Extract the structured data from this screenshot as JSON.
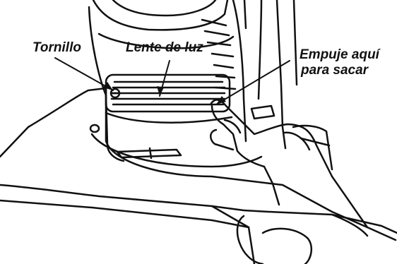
{
  "labels": {
    "screw": "Tornillo",
    "light_lens": "Lente de luz",
    "push_line1": "Empuje aquí",
    "push_line2": "para sacar"
  },
  "colors": {
    "ink": "#111111",
    "paper": "#ffffff",
    "shade": "#8a8a8a",
    "light_shade": "#c8c8c8"
  },
  "icons": [
    "vacuum-cleaner-illustration",
    "hand-icon",
    "screw-icon",
    "light-lens-icon",
    "leader-arrow"
  ]
}
